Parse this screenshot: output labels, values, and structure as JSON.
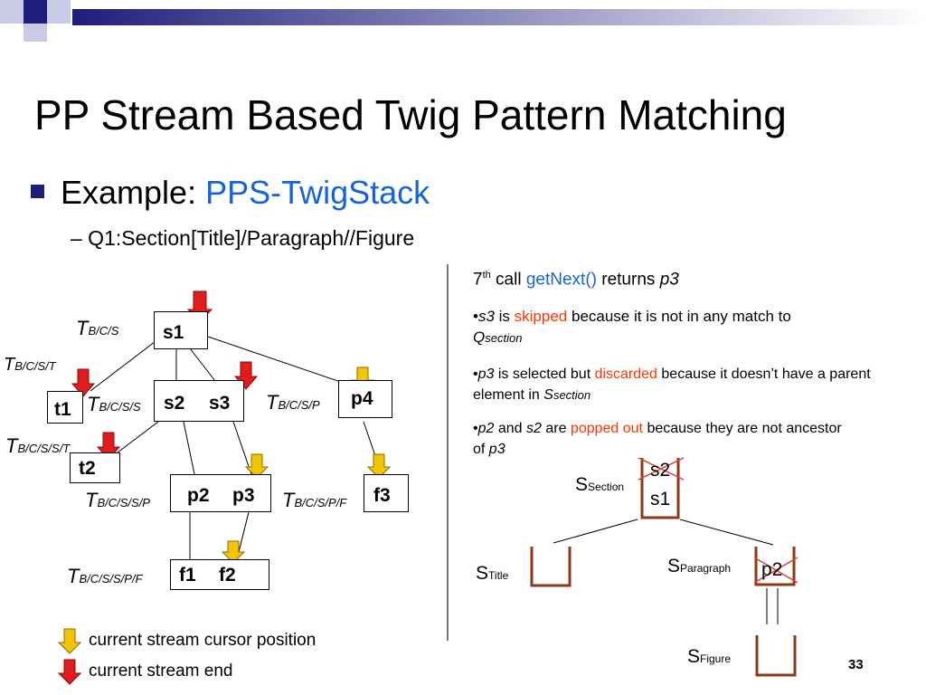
{
  "title": "PP Stream Based Twig Pattern Matching",
  "bullet1": {
    "prefix": "Example: ",
    "highlight": "PPS-TwigStack"
  },
  "bullet2": "– Q1:Section[Title]/Paragraph//Figure",
  "nodes": {
    "s1": "s1",
    "t1": "t1",
    "s2": "s2",
    "s3": "s3",
    "p4": "p4",
    "t2": "t2",
    "p2": "p2",
    "p3": "p3",
    "f3": "f3",
    "f1": "f1",
    "f2": "f2"
  },
  "stream_labels": {
    "t_bcs": {
      "T": "T",
      "sub": "B/C/S"
    },
    "t_bcst": {
      "T": "T",
      "sub": "B/C/S/T"
    },
    "t_bcss": {
      "T": "T",
      "sub": "B/C/S/S"
    },
    "t_bcsp": {
      "T": "T",
      "sub": "B/C/S/P"
    },
    "t_bcsst": {
      "T": "T",
      "sub": "B/C/S/S/T"
    },
    "t_bcssp": {
      "T": "T",
      "sub": "B/C/S/S/P"
    },
    "t_bcspf": {
      "T": "T",
      "sub": "B/C/S/P/F"
    },
    "t_bcsspf": {
      "T": "T",
      "sub": "B/C/S/S/P/F"
    }
  },
  "legend": {
    "yellow": "current stream cursor position",
    "red": "current stream end"
  },
  "right": {
    "heading": {
      "pre": "7",
      "sup": "th",
      "mid": " call ",
      "fn": "getNext()",
      "post": " returns ",
      "var": "p3"
    },
    "b1": {
      "v1": "s3",
      "t1": " is ",
      "red": "skipped",
      "t2": " because it is not in any match to ",
      "q": "Q",
      "qsub": "section"
    },
    "b2": {
      "v1": "p3",
      "t1": " is selected but ",
      "red": "discarded",
      "t2": " because it doesn’t have a parent element in ",
      "s": "S",
      "ssub": "section"
    },
    "b3": {
      "v1": "p2",
      "t1": " and ",
      "v2": "s2",
      "t2": " are ",
      "red": "popped out",
      "t3": " because they are not ancestor of ",
      "v3": "p3"
    }
  },
  "stacks": {
    "section": {
      "S": "S",
      "sub": "Section",
      "items": [
        "s2",
        "s1"
      ]
    },
    "title": {
      "S": "S",
      "sub": "Title"
    },
    "paragraph": {
      "S": "S",
      "sub": "Paragraph",
      "items": [
        "p2"
      ]
    },
    "figure": {
      "S": "S",
      "sub": "Figure"
    }
  },
  "page_number": "33",
  "colors": {
    "title_blue": "#1464dc",
    "highlight_red": "#ff3300",
    "bullet_navy": "#1e1e7a",
    "stack_brown": "#8b3a1a",
    "arrow_red": "#e31b1b",
    "arrow_yellow": "#f2c500"
  }
}
